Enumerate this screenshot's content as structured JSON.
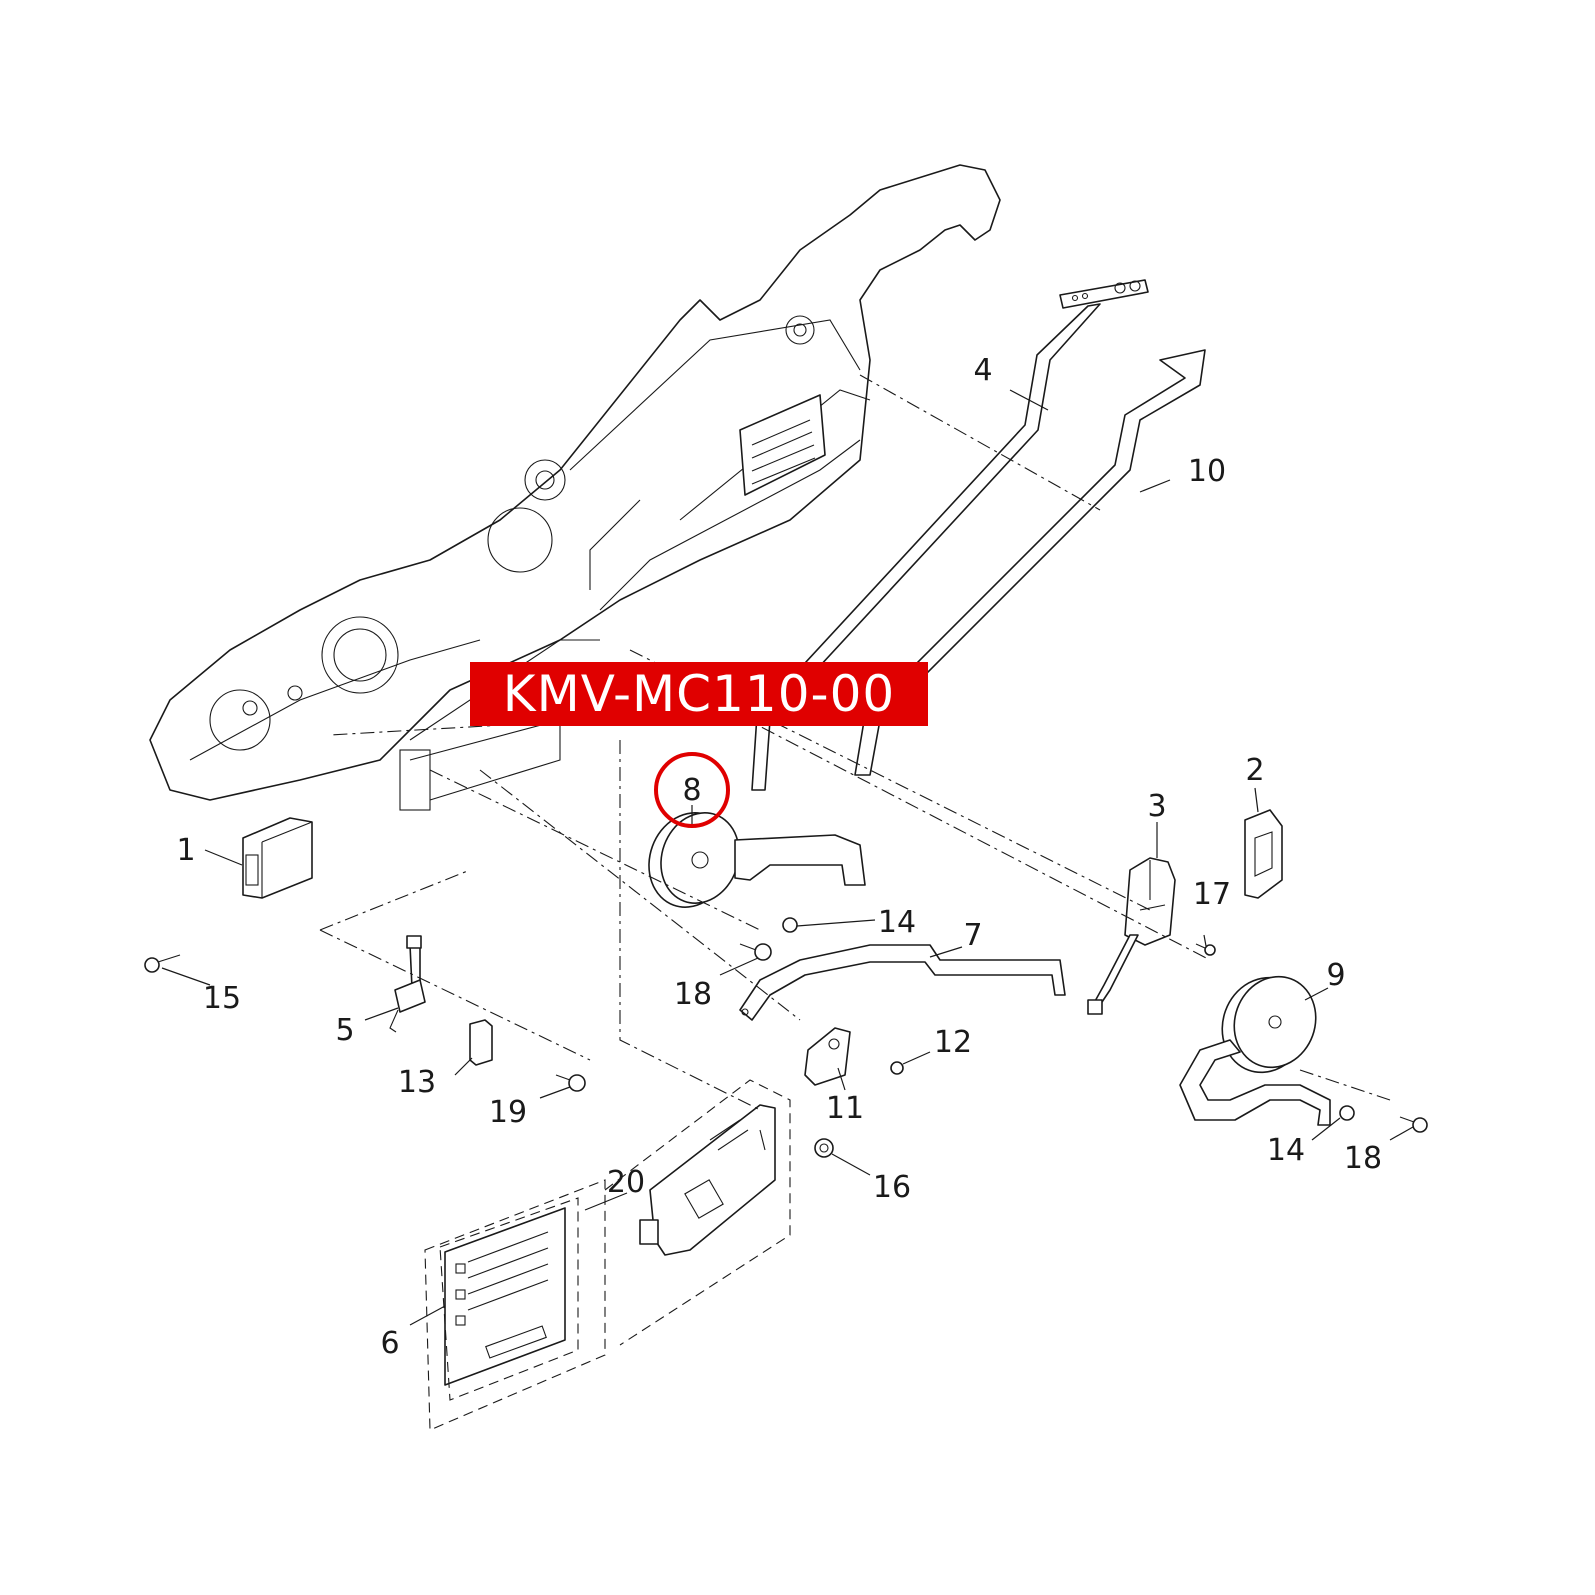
{
  "model_label": "KMV-MC110-00",
  "highlight_color": "#e00000",
  "highlighted_part": "8",
  "callouts": {
    "c1": "1",
    "c2": "2",
    "c3": "3",
    "c4": "4",
    "c5": "5",
    "c6": "6",
    "c7": "7",
    "c8": "8",
    "c9": "9",
    "c10": "10",
    "c11": "11",
    "c12": "12",
    "c13": "13",
    "c14a": "14",
    "c14b": "14",
    "c15": "15",
    "c16": "16",
    "c17": "17",
    "c18a": "18",
    "c18b": "18",
    "c19": "19",
    "c20": "20"
  }
}
